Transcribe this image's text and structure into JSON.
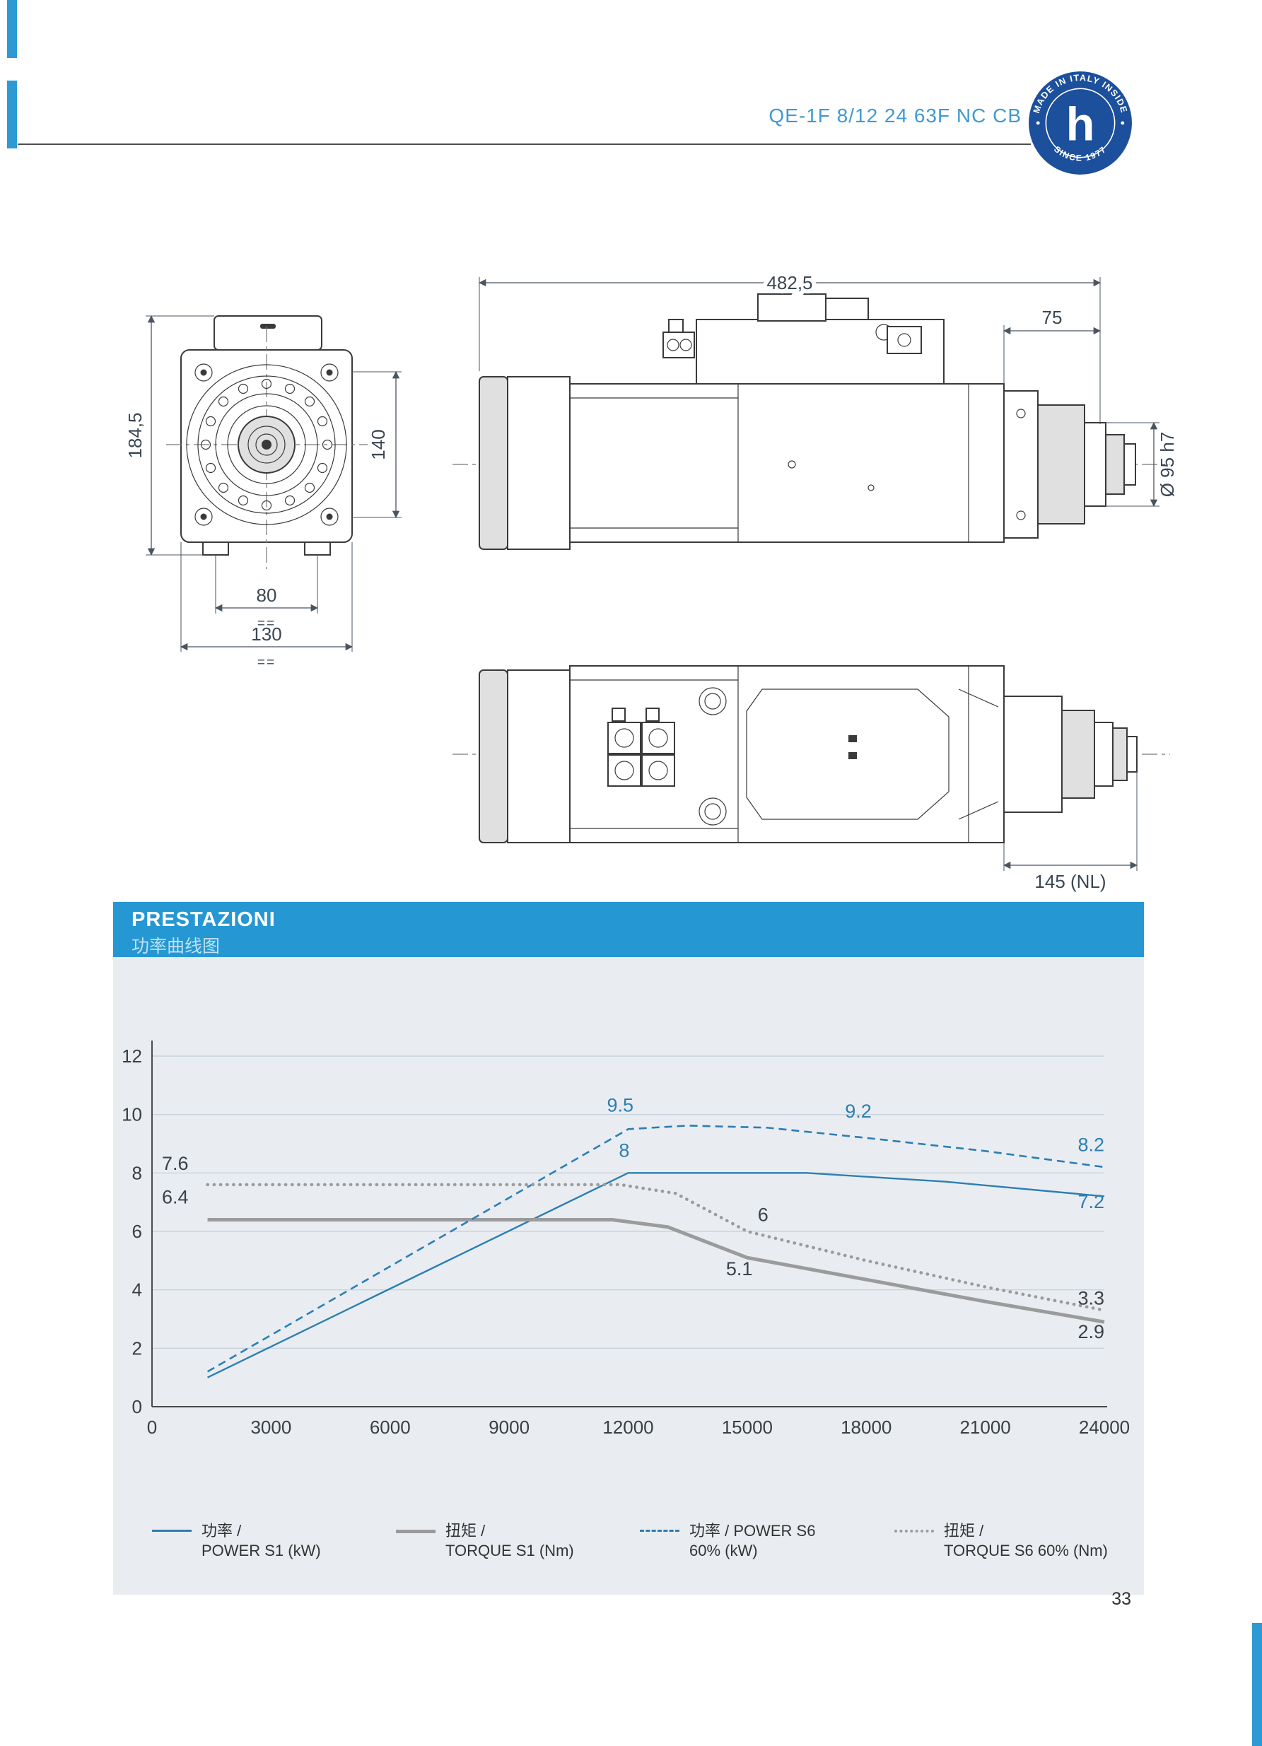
{
  "page": {
    "number": "33"
  },
  "header": {
    "model": "QE-1F 8/12 24 63F NC CB"
  },
  "badge": {
    "top_text": "MADE IN ITALY INSIDE",
    "bottom_text": "SINCE 1977",
    "letter": "h"
  },
  "drawings": {
    "dimensions": {
      "overall_length": "482,5",
      "nose_offset": "75",
      "shaft_diameter": "Ø 95 h7",
      "front_height": "184,5",
      "flange_height": "140",
      "foot_spacing": "80",
      "base_width": "130",
      "nose_length": "145 (NL)",
      "symmetry_mark": "=="
    }
  },
  "performance": {
    "title": "PRESTAZIONI",
    "subtitle": "功率曲线图"
  },
  "chart_data": {
    "type": "line",
    "title": "PRESTAZIONI 功率曲线图",
    "xlabel": "",
    "ylabel": "",
    "xlim": [
      0,
      24000
    ],
    "ylim": [
      0,
      12
    ],
    "x_ticks": [
      0,
      3000,
      6000,
      9000,
      12000,
      15000,
      18000,
      21000,
      24000
    ],
    "y_ticks": [
      0,
      2,
      4,
      6,
      8,
      10,
      12
    ],
    "grid": true,
    "series": [
      {
        "id": "power-s1",
        "name": "POWER S1 (kW)",
        "style": "solid-thin",
        "color": "#2d7eb3",
        "points": [
          [
            1400,
            1.0
          ],
          [
            12000,
            8.0
          ],
          [
            16500,
            8.0
          ],
          [
            20000,
            7.7
          ],
          [
            24000,
            7.2
          ]
        ]
      },
      {
        "id": "torque-s1",
        "name": "TORQUE S1 (Nm)",
        "style": "solid-thick",
        "color": "#9b9b9b",
        "points": [
          [
            1400,
            6.4
          ],
          [
            11600,
            6.4
          ],
          [
            13000,
            6.15
          ],
          [
            15000,
            5.1
          ],
          [
            18000,
            4.35
          ],
          [
            21000,
            3.6
          ],
          [
            24000,
            2.9
          ]
        ]
      },
      {
        "id": "power-s6",
        "name": "POWER S6 60% (kW)",
        "style": "dashed",
        "color": "#2d7eb3",
        "points": [
          [
            1400,
            1.2
          ],
          [
            12000,
            9.5
          ],
          [
            13500,
            9.62
          ],
          [
            15500,
            9.55
          ],
          [
            18000,
            9.2
          ],
          [
            21000,
            8.75
          ],
          [
            24000,
            8.2
          ]
        ]
      },
      {
        "id": "torque-s6",
        "name": "TORQUE S6 60% (Nm)",
        "style": "dotted",
        "color": "#9b9b9b",
        "points": [
          [
            1400,
            7.6
          ],
          [
            11800,
            7.6
          ],
          [
            13200,
            7.3
          ],
          [
            15000,
            6.0
          ],
          [
            18000,
            5.0
          ],
          [
            21000,
            4.1
          ],
          [
            24000,
            3.3
          ]
        ]
      }
    ],
    "annotations": [
      {
        "text": "9.5",
        "x": 11800,
        "y": 10.1,
        "anchor": "middle",
        "color": "#2d7eb3"
      },
      {
        "text": "8",
        "x": 11900,
        "y": 8.55,
        "anchor": "middle",
        "color": "#2d7eb3"
      },
      {
        "text": "9.2",
        "x": 17800,
        "y": 9.9,
        "anchor": "middle",
        "color": "#2d7eb3"
      },
      {
        "text": "8.2",
        "x": 24000,
        "y": 8.75,
        "anchor": "end",
        "color": "#2d7eb3"
      },
      {
        "text": "7.2",
        "x": 24000,
        "y": 6.8,
        "anchor": "end",
        "color": "#2d7eb3"
      },
      {
        "text": "7.6",
        "x": 250,
        "y": 8.1,
        "anchor": "start",
        "color": "#3a4147"
      },
      {
        "text": "6.4",
        "x": 250,
        "y": 6.95,
        "anchor": "start",
        "color": "#3a4147"
      },
      {
        "text": "6",
        "x": 15400,
        "y": 6.35,
        "anchor": "middle",
        "color": "#3a4147"
      },
      {
        "text": "5.1",
        "x": 14800,
        "y": 4.5,
        "anchor": "middle",
        "color": "#3a4147"
      },
      {
        "text": "3.3",
        "x": 24000,
        "y": 3.5,
        "anchor": "end",
        "color": "#3a4147"
      },
      {
        "text": "2.9",
        "x": 24000,
        "y": 2.35,
        "anchor": "end",
        "color": "#3a4147"
      }
    ],
    "legend_position": "bottom",
    "legend": [
      {
        "line1": "功率 /",
        "line2": "POWER S1 (kW)",
        "style": "solid-thin",
        "color": "#2d7eb3"
      },
      {
        "line1": "扭矩 /",
        "line2": "TORQUE S1 (Nm)",
        "style": "solid-thick",
        "color": "#9b9b9b"
      },
      {
        "line1": "功率 / POWER S6",
        "line2": "60% (kW)",
        "style": "dashed",
        "color": "#2d7eb3"
      },
      {
        "line1": "扭矩 /",
        "line2": "TORQUE S6 60% (Nm)",
        "style": "dotted",
        "color": "#9b9b9b"
      }
    ],
    "colors": {
      "accent_blue": "#2597d3",
      "curve_blue": "#2d7eb3",
      "curve_gray": "#9b9b9b",
      "panel_bg": "#e9edf1",
      "badge_blue": "#1c4f9c"
    }
  }
}
